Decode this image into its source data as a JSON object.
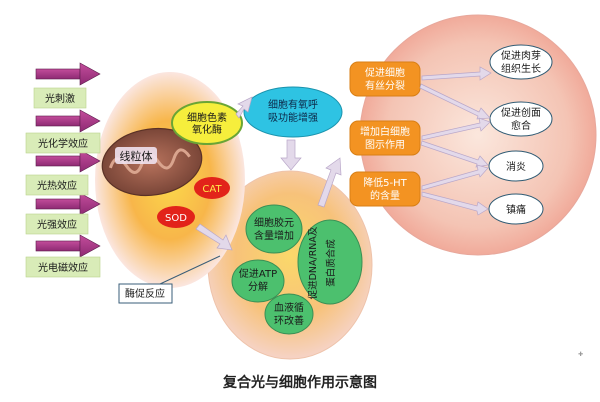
{
  "caption": "复合光与细胞作用示意图",
  "effects": [
    "光刺激",
    "光化学效应",
    "光热效应",
    "光强效应",
    "光电磁效应"
  ],
  "cell": {
    "mitochondria": "线粒体",
    "cytochrome": [
      "细胞色素",
      "氧化酶"
    ],
    "cat": "CAT",
    "sod": "SOD",
    "enzyme_reaction": "酶促反应"
  },
  "respiration": [
    "细胞有氧呼",
    "吸功能增强"
  ],
  "lower": {
    "collagen": [
      "细胞胶元",
      "含量增加"
    ],
    "dna": [
      "促进DNA/RNA及",
      "蛋白质合成"
    ],
    "atp": [
      "促进ATP",
      "分解"
    ],
    "blood": [
      "血液循",
      "环改善"
    ]
  },
  "mechanisms": [
    [
      "促进细胞",
      "有丝分裂"
    ],
    [
      "增加白细胞",
      "图示作用"
    ],
    [
      "降低5-HT",
      "的含量"
    ]
  ],
  "outcomes": [
    [
      "促进肉芽",
      "组织生长"
    ],
    [
      "促进创面",
      "愈合"
    ],
    [
      "消炎"
    ],
    [
      "镇痛"
    ]
  ]
}
